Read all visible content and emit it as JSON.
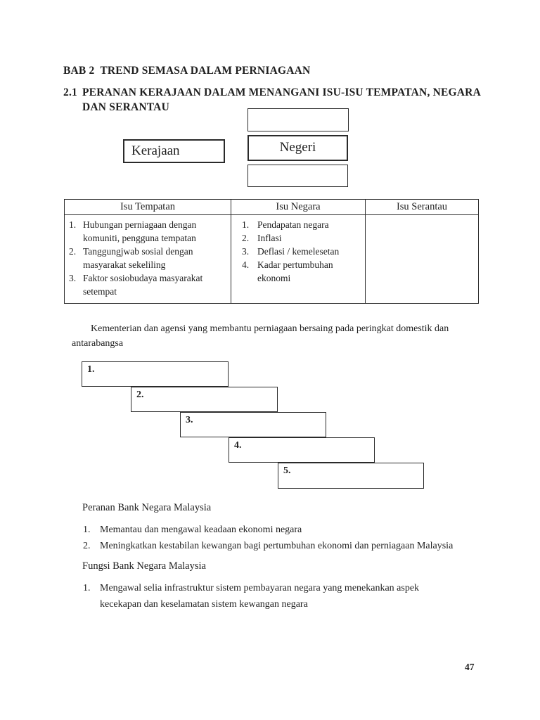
{
  "document": {
    "chapter_title": "BAB 2  TREND SEMASA DALAM PERNIAGAAN",
    "section": {
      "number": "2.1",
      "title_line1": "PERANAN KERAJAAN DALAM MENANGANI ISU-ISU TEMPATAN, NEGARA",
      "title_line2": "DAN SERANTAU"
    },
    "page_number": "47"
  },
  "org_diagram": {
    "kerajaan_label": "Kerajaan",
    "negeri_label": "Negeri"
  },
  "issues_table": {
    "headers": [
      "Isu Tempatan",
      "Isu Negara",
      "Isu Serantau"
    ],
    "isu_tempatan": [
      {
        "num": "1.",
        "text": "Hubungan perniagaan dengan komuniti, pengguna tempatan"
      },
      {
        "num": "2.",
        "text": "Tanggungjwab sosial dengan masyarakat sekeliling"
      },
      {
        "num": "3.",
        "text": "Faktor sosiobudaya masyarakat setempat"
      }
    ],
    "isu_negara": [
      {
        "num": "1.",
        "text": "Pendapatan negara"
      },
      {
        "num": "2.",
        "text": "Inflasi"
      },
      {
        "num": "3.",
        "text": "Deflasi / kemelesetan"
      },
      {
        "num": "4.",
        "text": "Kadar pertumbuhan ekonomi"
      }
    ],
    "isu_serantau": []
  },
  "ministries_section": {
    "intro": "Kementerian dan agensi yang membantu perniagaan bersaing pada peringkat domestik dan antarabangsa",
    "steps": [
      {
        "num": "1."
      },
      {
        "num": "2."
      },
      {
        "num": "3."
      },
      {
        "num": "4."
      },
      {
        "num": "5."
      }
    ]
  },
  "peranan_section": {
    "title": "Peranan Bank Negara Malaysia",
    "items": [
      {
        "num": "1.",
        "text": "Memantau dan mengawal keadaan ekonomi negara"
      },
      {
        "num": "2.",
        "text": "Meningkatkan kestabilan kewangan bagi pertumbuhan ekonomi dan perniagaan Malaysia"
      }
    ]
  },
  "fungsi_section": {
    "title": "Fungsi Bank Negara Malaysia",
    "items": [
      {
        "num": "1.",
        "text": "Mengawal selia infrastruktur sistem pembayaran negara yang menekankan aspek kecekapan dan keselamatan sistem kewangan negara"
      }
    ]
  }
}
